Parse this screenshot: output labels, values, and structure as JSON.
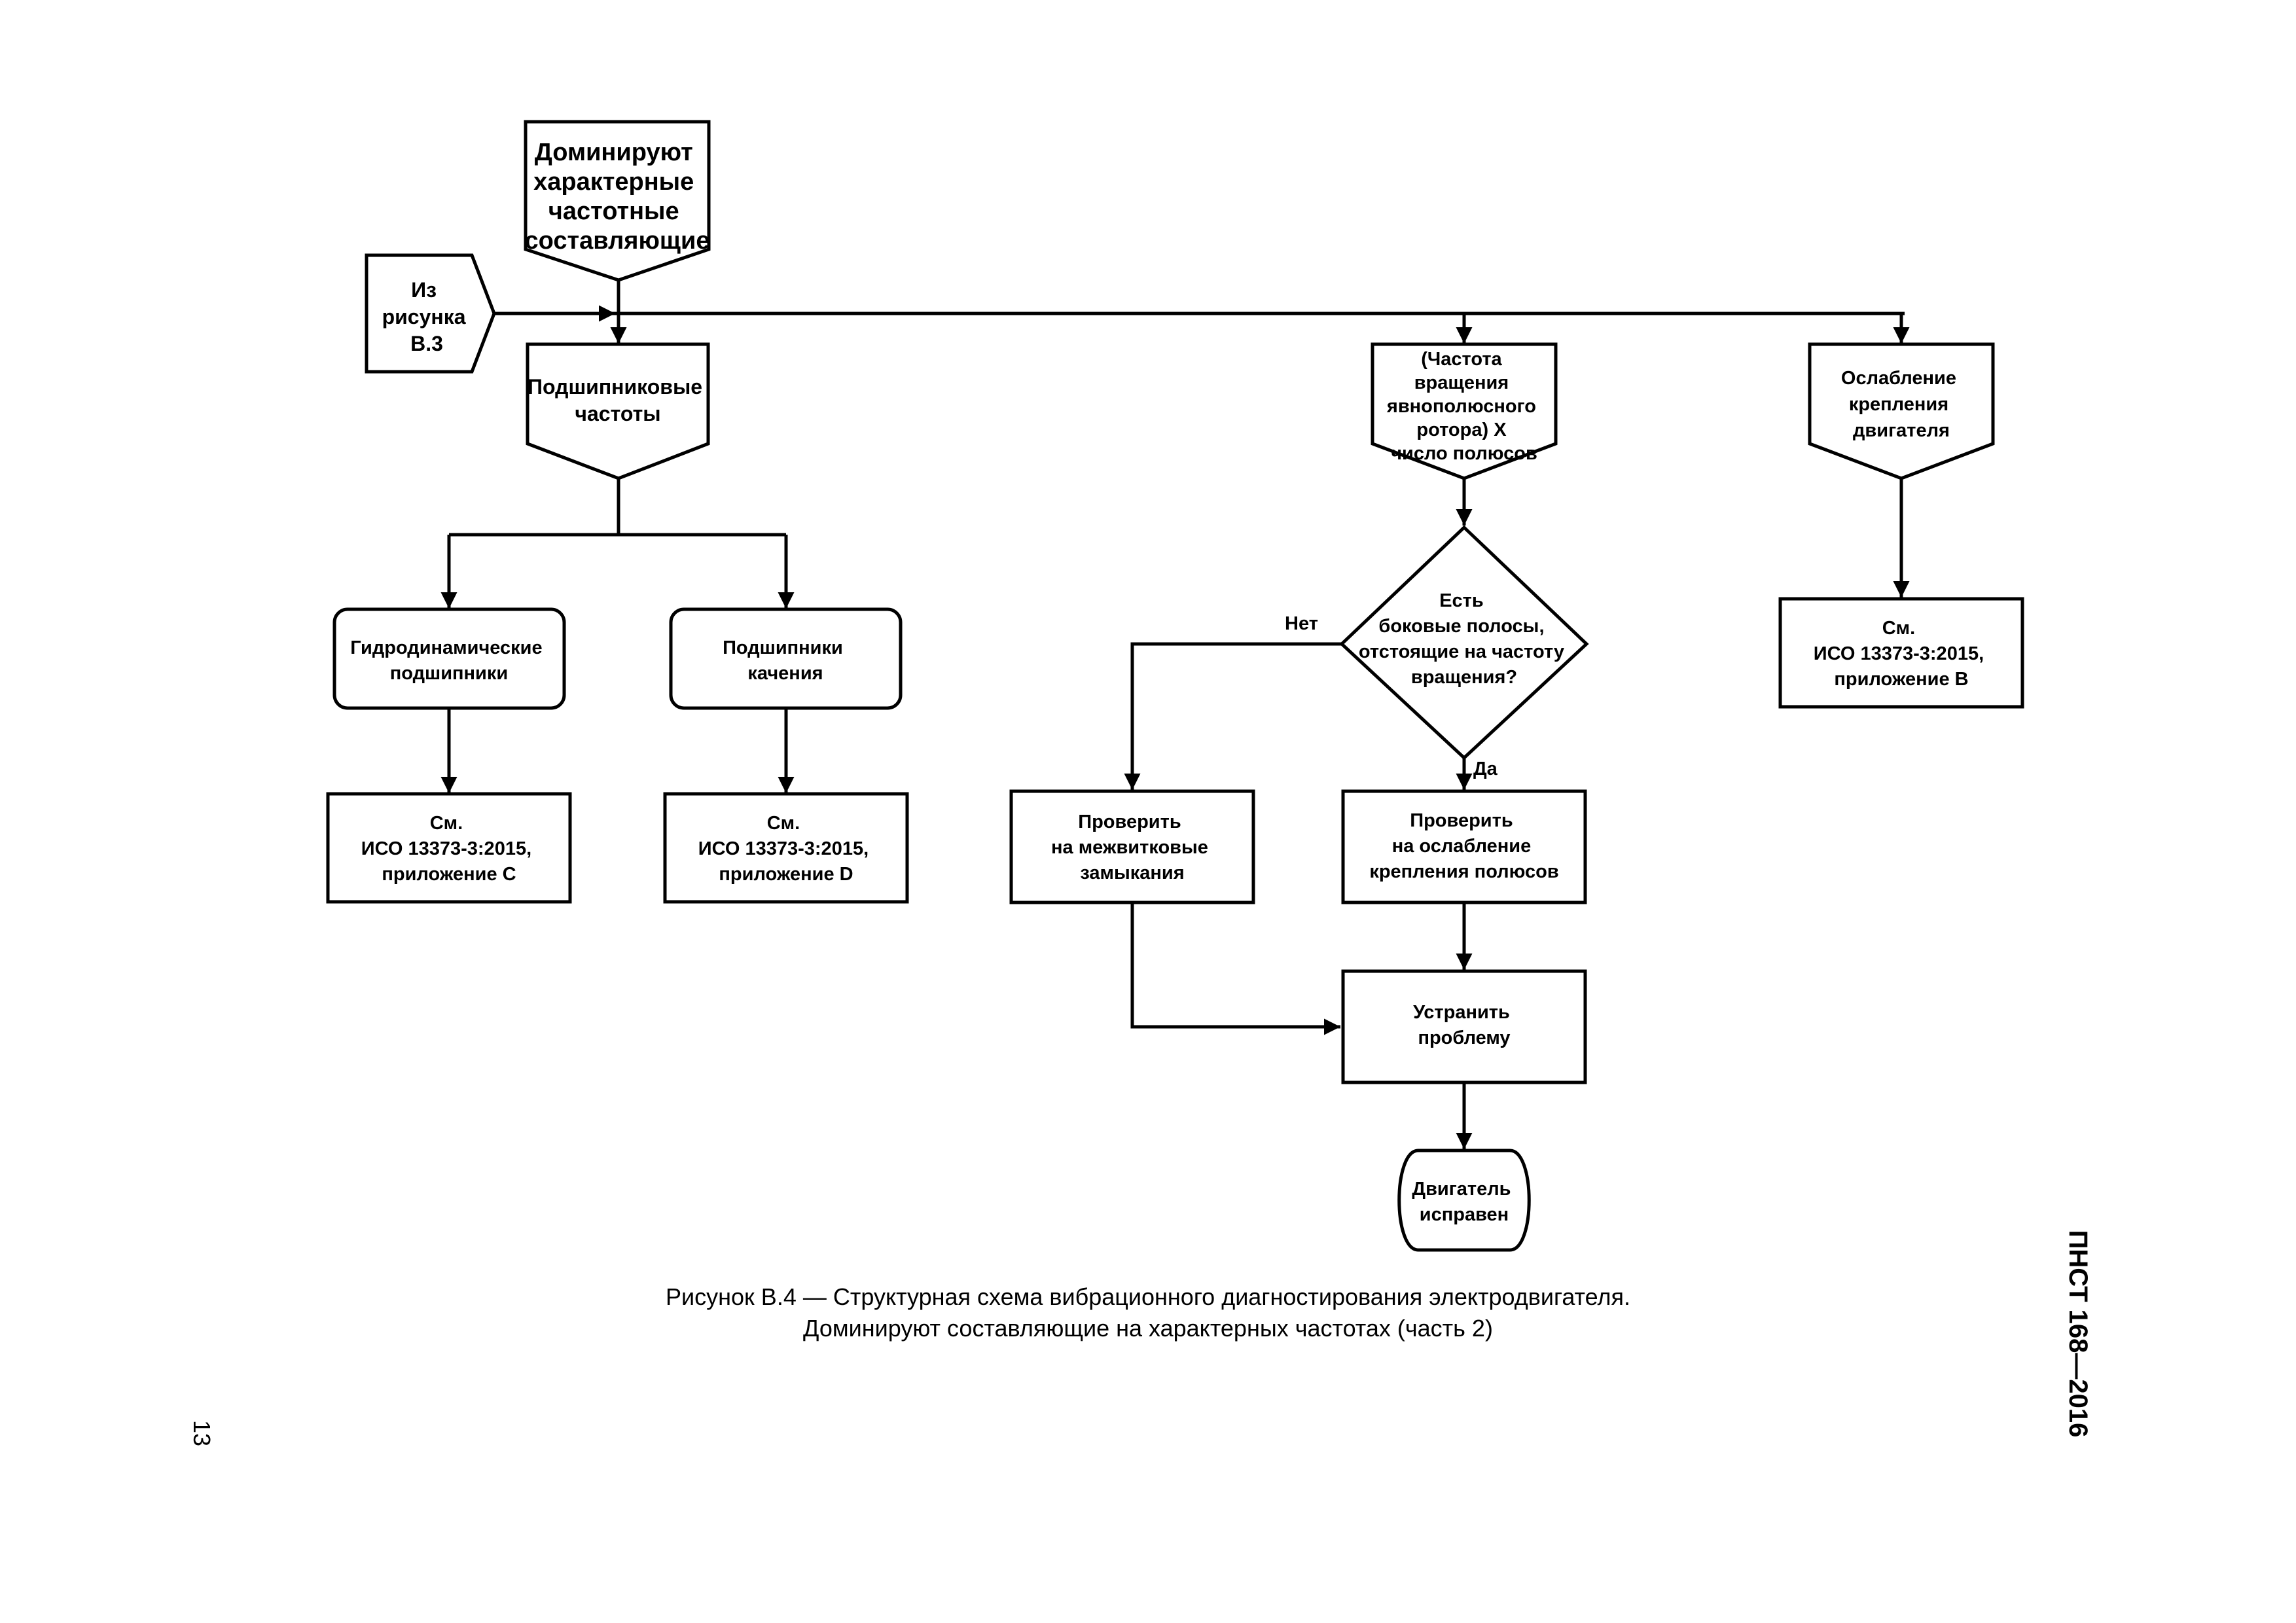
{
  "diagram": {
    "nodes": {
      "dominant": {
        "shape": "off-page-down",
        "lines": [
          "Доминируют",
          "характерные",
          "частотные",
          "составляющие"
        ]
      },
      "from_fig": {
        "shape": "off-page-right",
        "lines": [
          "Из",
          "рисунка",
          "B.3"
        ]
      },
      "bearing_freq": {
        "shape": "off-page-down",
        "lines": [
          "Подшипниковые",
          "частоты"
        ]
      },
      "pole_freq": {
        "shape": "off-page-down",
        "lines": [
          "(Частота",
          "вращения",
          "явнополюсного",
          "ротора) X",
          "число полюсов"
        ]
      },
      "loosening": {
        "shape": "off-page-down",
        "lines": [
          "Ослабление",
          "крепления",
          "двигателя"
        ]
      },
      "hydro": {
        "shape": "rounded-rect",
        "lines": [
          "Гидродинамические",
          "подшипники"
        ]
      },
      "rolling": {
        "shape": "rounded-rect",
        "lines": [
          "Подшипники",
          "качения"
        ]
      },
      "iso_c": {
        "shape": "rect",
        "lines": [
          "См.",
          "ИСО 13373-3:2015,",
          "приложение С"
        ]
      },
      "iso_d": {
        "shape": "rect",
        "lines": [
          "См.",
          "ИСО 13373-3:2015,",
          "приложение D"
        ]
      },
      "iso_b": {
        "shape": "rect",
        "lines": [
          "См.",
          "ИСО 13373-3:2015,",
          "приложение В"
        ]
      },
      "sidebands": {
        "shape": "diamond",
        "lines": [
          "Есть",
          "боковые полосы,",
          "отстоящие на частоту",
          "вращения?"
        ]
      },
      "check_turns": {
        "shape": "rect",
        "lines": [
          "Проверить",
          "на межвитковые",
          "замыкания"
        ]
      },
      "check_poles": {
        "shape": "rect",
        "lines": [
          "Проверить",
          "на ослабление",
          "крепления полюсов"
        ]
      },
      "fix": {
        "shape": "rect",
        "lines": [
          "Устранить",
          "проблему"
        ]
      },
      "ok": {
        "shape": "terminator",
        "lines": [
          "Двигатель",
          "исправен"
        ]
      }
    },
    "edges": [
      {
        "from": "from_fig",
        "to": "bus"
      },
      {
        "from": "dominant",
        "to": "bearing_freq"
      },
      {
        "from": "bus",
        "to": "pole_freq"
      },
      {
        "from": "bus",
        "to": "loosening"
      },
      {
        "from": "bearing_freq",
        "to": "hydro"
      },
      {
        "from": "bearing_freq",
        "to": "rolling"
      },
      {
        "from": "hydro",
        "to": "iso_c"
      },
      {
        "from": "rolling",
        "to": "iso_d"
      },
      {
        "from": "pole_freq",
        "to": "sidebands"
      },
      {
        "from": "loosening",
        "to": "iso_b"
      },
      {
        "from": "sidebands",
        "to": "check_turns",
        "label": "Нет"
      },
      {
        "from": "sidebands",
        "to": "check_poles",
        "label": "Да"
      },
      {
        "from": "check_poles",
        "to": "fix"
      },
      {
        "from": "check_turns",
        "to": "fix"
      },
      {
        "from": "fix",
        "to": "ok"
      }
    ],
    "edge_labels": {
      "no": "Нет",
      "yes": "Да"
    }
  },
  "caption": {
    "line1": "Рисунок В.4 — Структурная схема вибрационного диагностирования электродвигателя.",
    "line2": "Доминируют составляющие на характерных частотах (часть 2)"
  },
  "page_number": "13",
  "document_id": "ПНСТ 168—2016"
}
